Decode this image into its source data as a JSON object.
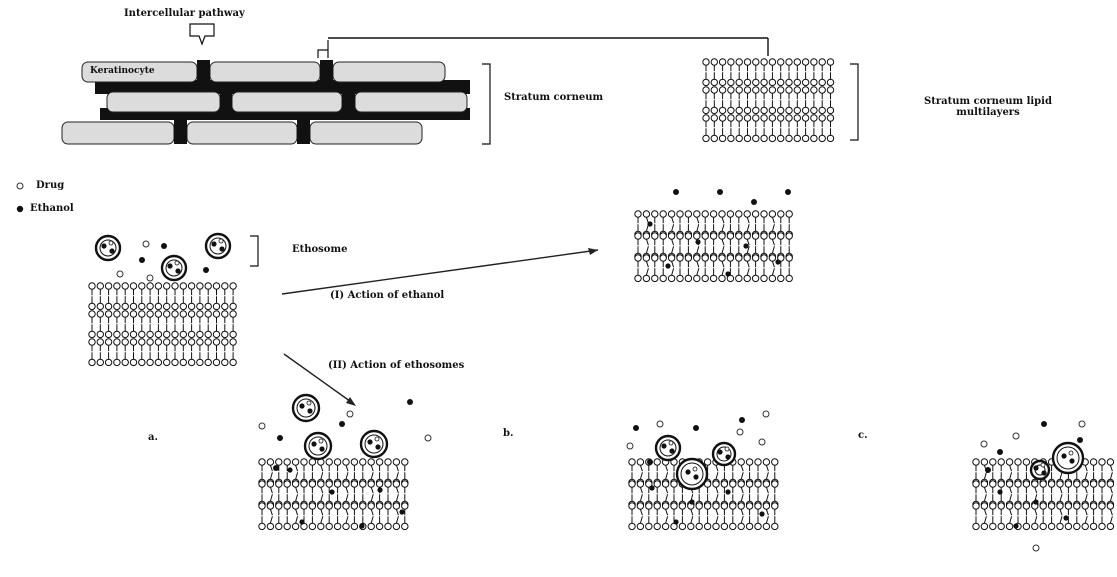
{
  "labels": {
    "intercellular_pathway": "Intercellular pathway",
    "keratinocyte": "Keratinocyte",
    "stratum_corneum": "Stratum corneum",
    "lipid_multilayers_line1": "Stratum corneum lipid",
    "lipid_multilayers_line2": "multilayers",
    "drug": "Drug",
    "ethanol": "Ethanol",
    "ethosome": "Ethosome",
    "action_ethanol": "(I) Action of ethanol",
    "action_ethosomes": "(II) Action of ethosomes",
    "step_a": "a.",
    "step_b": "b.",
    "step_c": "c."
  },
  "legend": {
    "drug_icon": "open-circle",
    "ethanol_icon": "filled-dot"
  },
  "colors": {
    "ink": "#111111",
    "brick_fill": "#dcdcdc",
    "mortar": "#111111",
    "background": "#ffffff"
  }
}
